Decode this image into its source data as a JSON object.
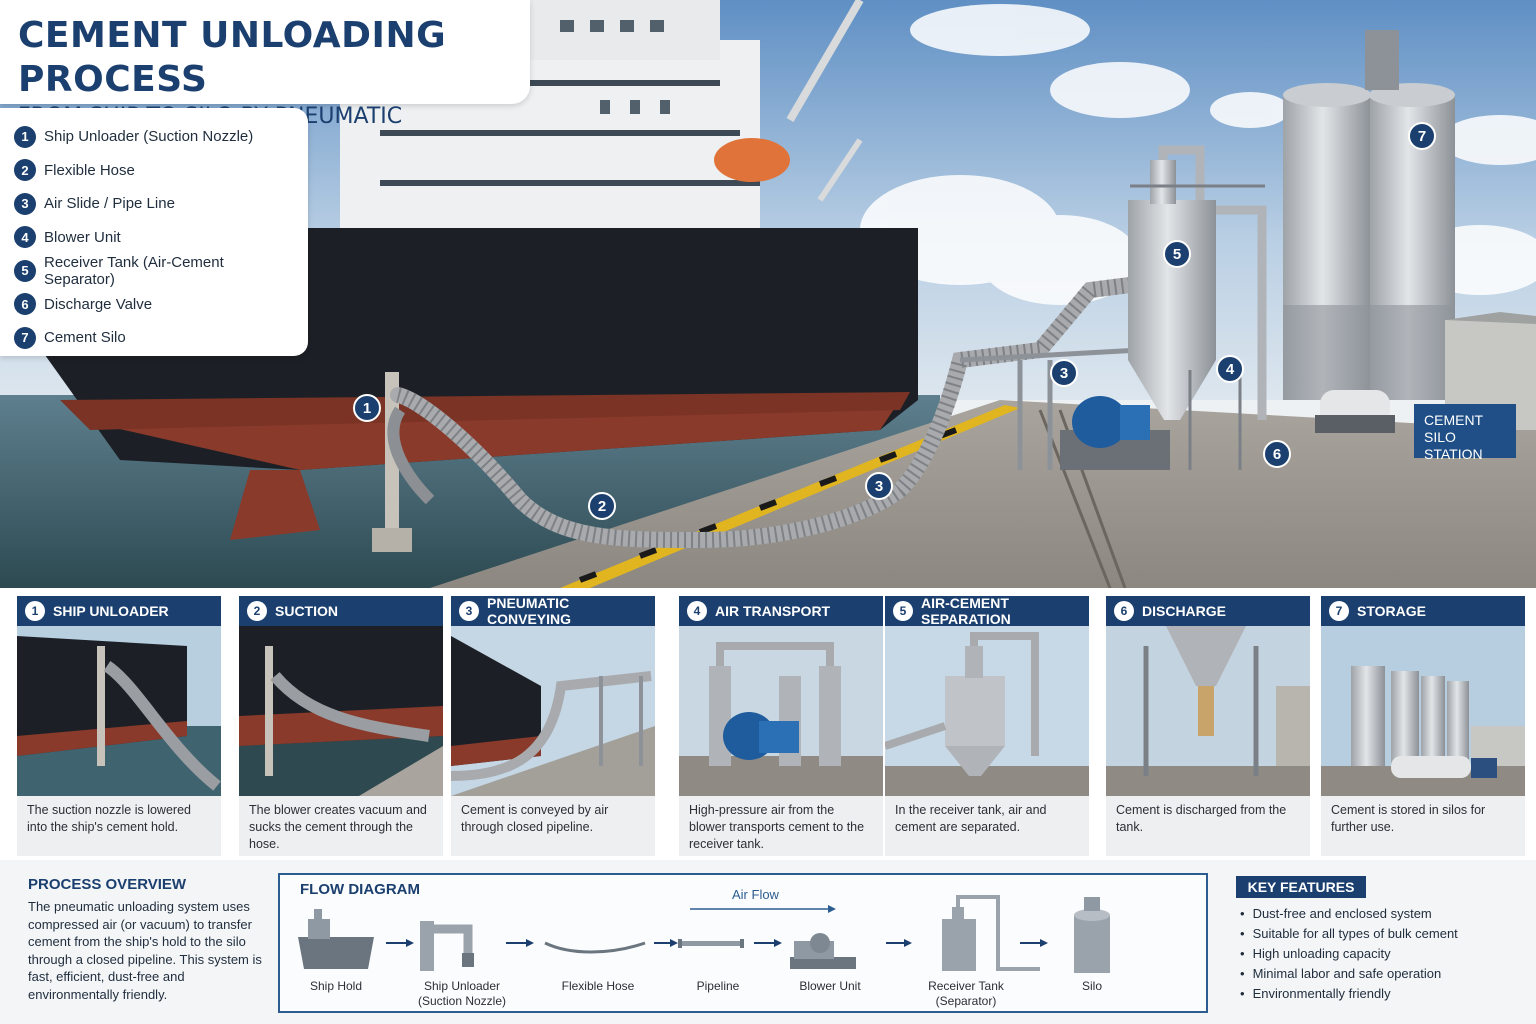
{
  "title": {
    "main": "CEMENT UNLOADING PROCESS",
    "sub": "FROM SHIP TO SILO BY PNEUMATIC CONVEYING"
  },
  "legend": [
    {
      "num": "1",
      "label": "Ship Unloader (Suction Nozzle)"
    },
    {
      "num": "2",
      "label": "Flexible Hose"
    },
    {
      "num": "3",
      "label": "Air Slide / Pipe Line"
    },
    {
      "num": "4",
      "label": "Blower Unit"
    },
    {
      "num": "5",
      "label": "Receiver Tank (Air-Cement Separator)"
    },
    {
      "num": "6",
      "label": "Discharge Valve"
    },
    {
      "num": "7",
      "label": "Cement Silo"
    }
  ],
  "markers": [
    "1",
    "2",
    "3",
    "3",
    "4",
    "5",
    "6",
    "7"
  ],
  "station_sign": "CEMENT SILO STATION",
  "steps": [
    {
      "num": "1",
      "title": "SHIP UNLOADER",
      "desc": "The suction nozzle is lowered into the ship's cement hold."
    },
    {
      "num": "2",
      "title": "SUCTION",
      "desc": "The blower creates vacuum and sucks the cement through the hose."
    },
    {
      "num": "3",
      "title": "PNEUMATIC CONVEYING",
      "desc": "Cement is conveyed by air through closed pipeline."
    },
    {
      "num": "4",
      "title": "AIR TRANSPORT",
      "desc": "High-pressure air from the blower transports cement to the receiver tank."
    },
    {
      "num": "5",
      "title": "AIR-CEMENT SEPARATION",
      "desc": "In the receiver tank, air and cement are separated."
    },
    {
      "num": "6",
      "title": "DISCHARGE",
      "desc": "Cement is discharged from the tank."
    },
    {
      "num": "7",
      "title": "STORAGE",
      "desc": "Cement is stored in silos for further use."
    }
  ],
  "overview": {
    "title": "PROCESS OVERVIEW",
    "text": "The pneumatic unloading system uses compressed air (or vacuum) to transfer cement from the ship's hold to the silo through a closed pipeline. This system is fast, efficient, dust-free and environmentally friendly."
  },
  "flow": {
    "title": "FLOW DIAGRAM",
    "air_flow": "Air Flow",
    "nodes": [
      "Ship Hold",
      "Ship Unloader (Suction Nozzle)",
      "Flexible Hose",
      "Pipeline",
      "Blower Unit",
      "Receiver Tank (Separator)",
      "Silo"
    ]
  },
  "features": {
    "title": "KEY FEATURES",
    "items": [
      "Dust-free and enclosed system",
      "Suitable for all types of bulk cement",
      "High unloading capacity",
      "Minimal labor and safe operation",
      "Environmentally friendly"
    ]
  },
  "colors": {
    "navy": "#1b3f6e",
    "accent": "#2c5d91",
    "hull": "#1c2026",
    "hull_red": "#8a3a2a"
  }
}
